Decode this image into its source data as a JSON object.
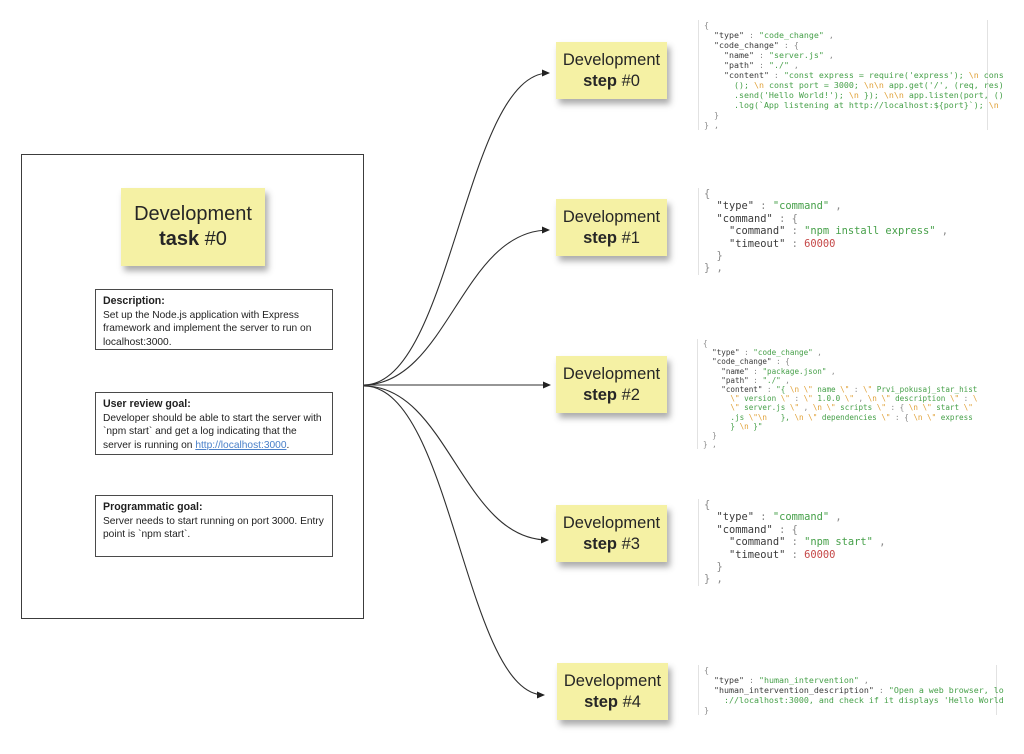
{
  "task_node": {
    "line1": "Development",
    "bold": "task",
    "suffix": " #0"
  },
  "goal_boxes": [
    {
      "title": "Description:",
      "body": "Set up the Node.js application with Express framework and implement the server to run on localhost:3000."
    },
    {
      "title": "User review goal:",
      "body_before_link": "Developer should be able to start the server with `npm start` and get a log indicating that the server is running on ",
      "link": "http://localhost:3000",
      "body_after_link": "."
    },
    {
      "title": "Programmatic goal:",
      "body": "Server needs to start running on port 3000. Entry point is `npm start`."
    }
  ],
  "steps": [
    {
      "line1": "Development",
      "bold": "step",
      "suffix": " #0"
    },
    {
      "line1": "Development",
      "bold": "step",
      "suffix": " #1"
    },
    {
      "line1": "Development",
      "bold": "step",
      "suffix": " #2"
    },
    {
      "line1": "Development",
      "bold": "step",
      "suffix": " #3"
    },
    {
      "line1": "Development",
      "bold": "step",
      "suffix": " #4"
    }
  ],
  "code_blocks": [
    {
      "step": 0,
      "lines": [
        [
          [
            "p",
            "{"
          ]
        ],
        [
          [
            "k",
            "  \"type\""
          ],
          [
            "p",
            " : "
          ],
          [
            "s",
            "\"code_change\""
          ],
          [
            "p",
            " ,"
          ]
        ],
        [
          [
            "k",
            "  \"code_change\""
          ],
          [
            "p",
            " : {"
          ]
        ],
        [
          [
            "k",
            "    \"name\""
          ],
          [
            "p",
            " : "
          ],
          [
            "s",
            "\"server.js\""
          ],
          [
            "p",
            " ,"
          ]
        ],
        [
          [
            "k",
            "    \"path\""
          ],
          [
            "p",
            " : "
          ],
          [
            "s",
            "\"./\""
          ],
          [
            "p",
            " ,"
          ]
        ],
        [
          [
            "k",
            "    \"content\""
          ],
          [
            "p",
            " : "
          ],
          [
            "s",
            "\"const express = require('express'); "
          ],
          [
            "e",
            "\\n"
          ],
          [
            "s",
            " cons"
          ]
        ],
        [
          [
            "s",
            "      (); "
          ],
          [
            "e",
            "\\n"
          ],
          [
            "s",
            " const port = 3000; "
          ],
          [
            "e",
            "\\n\\n"
          ],
          [
            "s",
            " app.get('/', (req, res)"
          ]
        ],
        [
          [
            "s",
            "      .send('Hello World!'); "
          ],
          [
            "e",
            "\\n"
          ],
          [
            "s",
            " }); "
          ],
          [
            "e",
            "\\n\\n"
          ],
          [
            "s",
            " app.listen(port, ()"
          ]
        ],
        [
          [
            "s",
            "      .log(`App listening at http://localhost:${port}`); "
          ],
          [
            "e",
            "\\n"
          ]
        ],
        [
          [
            "p",
            "  }"
          ]
        ],
        [
          [
            "p",
            "} ,"
          ]
        ]
      ]
    },
    {
      "step": 1,
      "lines": [
        [
          [
            "p",
            "{"
          ]
        ],
        [
          [
            "k",
            "  \"type\""
          ],
          [
            "p",
            " : "
          ],
          [
            "s",
            "\"command\""
          ],
          [
            "p",
            " ,"
          ]
        ],
        [
          [
            "k",
            "  \"command\""
          ],
          [
            "p",
            " : {"
          ]
        ],
        [
          [
            "k",
            "    \"command\""
          ],
          [
            "p",
            " : "
          ],
          [
            "s",
            "\"npm install express\""
          ],
          [
            "p",
            " ,"
          ]
        ],
        [
          [
            "k",
            "    \"timeout\""
          ],
          [
            "p",
            " : "
          ],
          [
            "n",
            "60000"
          ]
        ],
        [
          [
            "p",
            "  }"
          ]
        ],
        [
          [
            "p",
            "} ,"
          ]
        ]
      ]
    },
    {
      "step": 2,
      "lines": [
        [
          [
            "p",
            "{"
          ]
        ],
        [
          [
            "k",
            "  \"type\""
          ],
          [
            "p",
            " : "
          ],
          [
            "s",
            "\"code_change\""
          ],
          [
            "p",
            " ,"
          ]
        ],
        [
          [
            "k",
            "  \"code_change\""
          ],
          [
            "p",
            " : {"
          ]
        ],
        [
          [
            "k",
            "    \"name\""
          ],
          [
            "p",
            " : "
          ],
          [
            "s",
            "\"package.json\""
          ],
          [
            "p",
            " ,"
          ]
        ],
        [
          [
            "k",
            "    \"path\""
          ],
          [
            "p",
            " : "
          ],
          [
            "s",
            "\"./\""
          ],
          [
            "p",
            " ,"
          ]
        ],
        [
          [
            "k",
            "    \"content\""
          ],
          [
            "p",
            " : "
          ],
          [
            "s",
            "\"{ "
          ],
          [
            "e",
            "\\n \\\""
          ],
          [
            "s",
            " name "
          ],
          [
            "e",
            "\\\""
          ],
          [
            "p",
            " : "
          ],
          [
            "e",
            "\\\""
          ],
          [
            "s",
            " Prvi_pokusaj_star_hist"
          ]
        ],
        [
          [
            "e",
            "      \\\""
          ],
          [
            "s",
            " version "
          ],
          [
            "e",
            "\\\""
          ],
          [
            "p",
            " : "
          ],
          [
            "e",
            "\\\""
          ],
          [
            "s",
            " 1.0.0 "
          ],
          [
            "e",
            "\\\""
          ],
          [
            "p",
            " , "
          ],
          [
            "e",
            "\\n \\\""
          ],
          [
            "s",
            " description "
          ],
          [
            "e",
            "\\\""
          ],
          [
            "p",
            " : "
          ],
          [
            "e",
            "\\"
          ]
        ],
        [
          [
            "e",
            "      \\\""
          ],
          [
            "s",
            " server.js "
          ],
          [
            "e",
            "\\\""
          ],
          [
            "p",
            " , "
          ],
          [
            "e",
            "\\n \\\""
          ],
          [
            "s",
            " scripts "
          ],
          [
            "e",
            "\\\""
          ],
          [
            "p",
            " : { "
          ],
          [
            "e",
            "\\n \\\""
          ],
          [
            "s",
            " start "
          ],
          [
            "e",
            "\\\""
          ]
        ],
        [
          [
            "s",
            "      .js "
          ],
          [
            "e",
            "\\\"\\n"
          ],
          [
            "s",
            "   }, "
          ],
          [
            "e",
            "\\n \\\""
          ],
          [
            "s",
            " dependencies "
          ],
          [
            "e",
            "\\\""
          ],
          [
            "p",
            " : { "
          ],
          [
            "e",
            "\\n \\\""
          ],
          [
            "s",
            " express"
          ]
        ],
        [
          [
            "s",
            "      } "
          ],
          [
            "e",
            "\\n"
          ],
          [
            "s",
            " }\""
          ]
        ],
        [
          [
            "p",
            "  }"
          ]
        ],
        [
          [
            "p",
            "} ,"
          ]
        ]
      ]
    },
    {
      "step": 3,
      "lines": [
        [
          [
            "p",
            "{"
          ]
        ],
        [
          [
            "k",
            "  \"type\""
          ],
          [
            "p",
            " : "
          ],
          [
            "s",
            "\"command\""
          ],
          [
            "p",
            " ,"
          ]
        ],
        [
          [
            "k",
            "  \"command\""
          ],
          [
            "p",
            " : {"
          ]
        ],
        [
          [
            "k",
            "    \"command\""
          ],
          [
            "p",
            " : "
          ],
          [
            "s",
            "\"npm start\""
          ],
          [
            "p",
            " ,"
          ]
        ],
        [
          [
            "k",
            "    \"timeout\""
          ],
          [
            "p",
            " : "
          ],
          [
            "n",
            "60000"
          ]
        ],
        [
          [
            "p",
            "  }"
          ]
        ],
        [
          [
            "p",
            "} ,"
          ]
        ]
      ]
    },
    {
      "step": 4,
      "lines": [
        [
          [
            "p",
            "{"
          ]
        ],
        [
          [
            "k",
            "  \"type\""
          ],
          [
            "p",
            " : "
          ],
          [
            "s",
            "\"human_intervention\""
          ],
          [
            "p",
            " ,"
          ]
        ],
        [
          [
            "k",
            "  \"human_intervention_description\""
          ],
          [
            "p",
            " : "
          ],
          [
            "s",
            "\"Open a web browser, lo"
          ]
        ],
        [
          [
            "s",
            "    ://localhost:3000, and check if it displays 'Hello World"
          ]
        ],
        [
          [
            "p",
            "}"
          ]
        ]
      ]
    }
  ],
  "colors": {
    "sticky_yellow": "#f5f1a4",
    "link_blue": "#4a80c9",
    "json_string_green": "#46a049",
    "json_escape_orange": "#e0a036",
    "json_number_red": "#c54848",
    "json_key_dark": "#3a3a3a",
    "box_border": "#3c3c3c"
  }
}
